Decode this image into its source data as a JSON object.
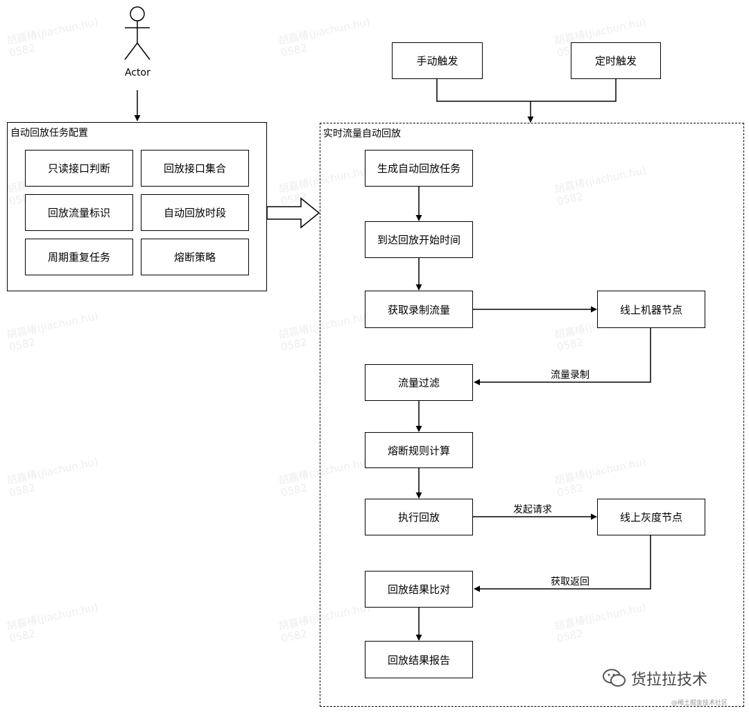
{
  "actor": {
    "label": "Actor"
  },
  "config_group": {
    "title": "自动回放任务配置",
    "items": [
      "只读接口判断",
      "回放接口集合",
      "回放流量标识",
      "自动回放时段",
      "周期重复任务",
      "熔断策略"
    ]
  },
  "triggers": {
    "manual": "手动触发",
    "scheduled": "定时触发"
  },
  "flow_group": {
    "title": "实时流量自动回放",
    "steps": [
      "生成自动回放任务",
      "到达回放开始时间",
      "获取录制流量",
      "流量过滤",
      "熔断规则计算",
      "执行回放",
      "回放结果比对",
      "回放结果报告"
    ]
  },
  "nodes": {
    "online": "线上机器节点",
    "gray": "线上灰度节点"
  },
  "edge_labels": {
    "record": "流量录制",
    "request": "发起请求",
    "response": "获取返回"
  },
  "watermark": {
    "name": "胡嘉椿(jiachun.hu)",
    "id": "0582"
  },
  "brand": {
    "name": "货拉拉技术",
    "sub": "@稀土掘金技术社区",
    "icon": "wechat-icon"
  }
}
